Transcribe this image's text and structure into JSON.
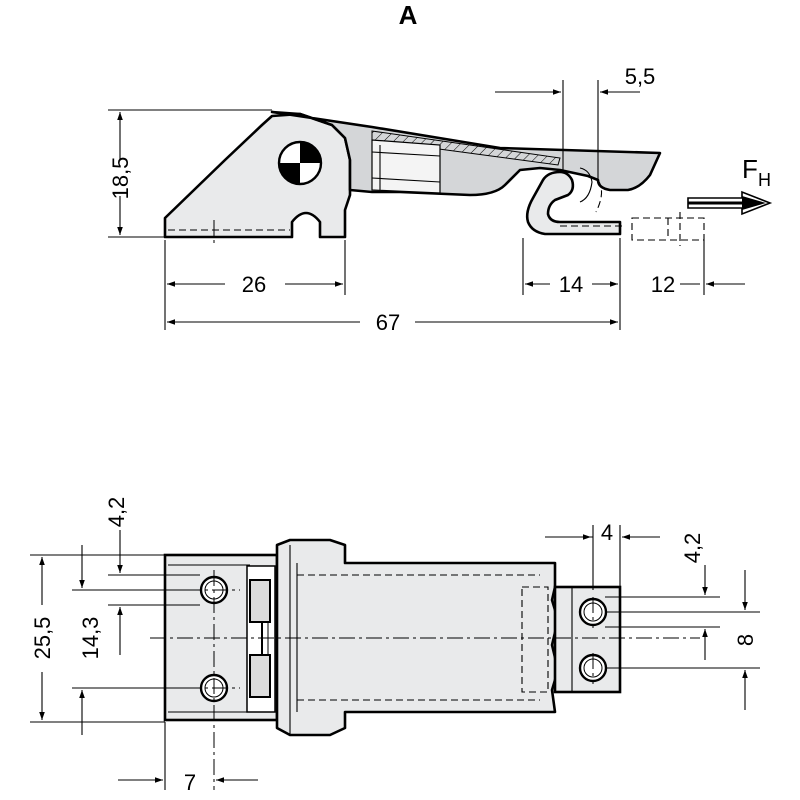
{
  "view_label": "A",
  "force_label": "F",
  "force_subscript": "H",
  "side_view": {
    "dims": {
      "overall_length": "67",
      "base_to_pivot": "26",
      "hook_width": "14",
      "travel": "12",
      "height": "18,5",
      "hook_offset": "5,5"
    }
  },
  "top_view": {
    "dims": {
      "overall_width": "25,5",
      "hole_spacing": "14,3",
      "hole_offset_top": "4,2",
      "hole_offset_x": "7",
      "hook_plate_width": "4",
      "hook_hole_offset": "4,2",
      "hook_hole_spacing": "8"
    }
  }
}
